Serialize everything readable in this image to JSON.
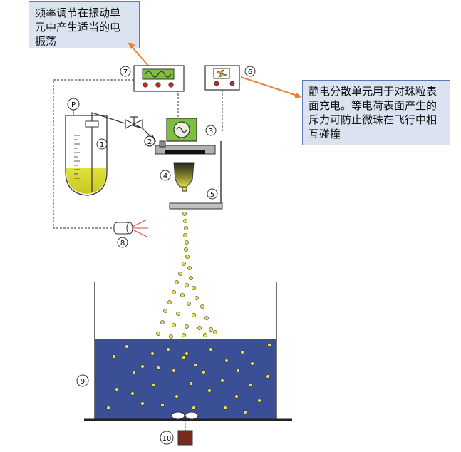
{
  "callouts": {
    "frequency": {
      "lines": [
        "频率调节在振动单",
        "元中产生适当的电",
        "振荡"
      ]
    },
    "electrostatic": {
      "lines": [
        "静电分散单元用于对珠粒表",
        "面充电。等电荷表面产生的",
        "斥力可防止微珠在飞行中相",
        "互碰撞"
      ]
    }
  },
  "labels": {
    "n1": "1",
    "n2": "2",
    "n3": "3",
    "n4": "4",
    "n5": "5",
    "n6": "6",
    "n7": "7",
    "n8": "8",
    "n9": "9",
    "n10": "10",
    "p": "P"
  },
  "colors": {
    "liquid": "#d8d83a",
    "bath": "#3a4f96",
    "bead": "#e8e04a",
    "callout_bg": "#dbe3f1",
    "callout_border": "#5b7ab8",
    "arrow": "#e8823a",
    "device_green": "#7fbf3f",
    "indicator_red": "#e02020",
    "motor_brown": "#7a2a1a"
  },
  "icons": {
    "frequency_generator": "sine-wave-icon",
    "electrostatic_unit": "lightning-icon",
    "valve": "valve-icon",
    "light_source": "stroboscope-icon",
    "stirrer": "magnetic-stirrer-icon"
  }
}
